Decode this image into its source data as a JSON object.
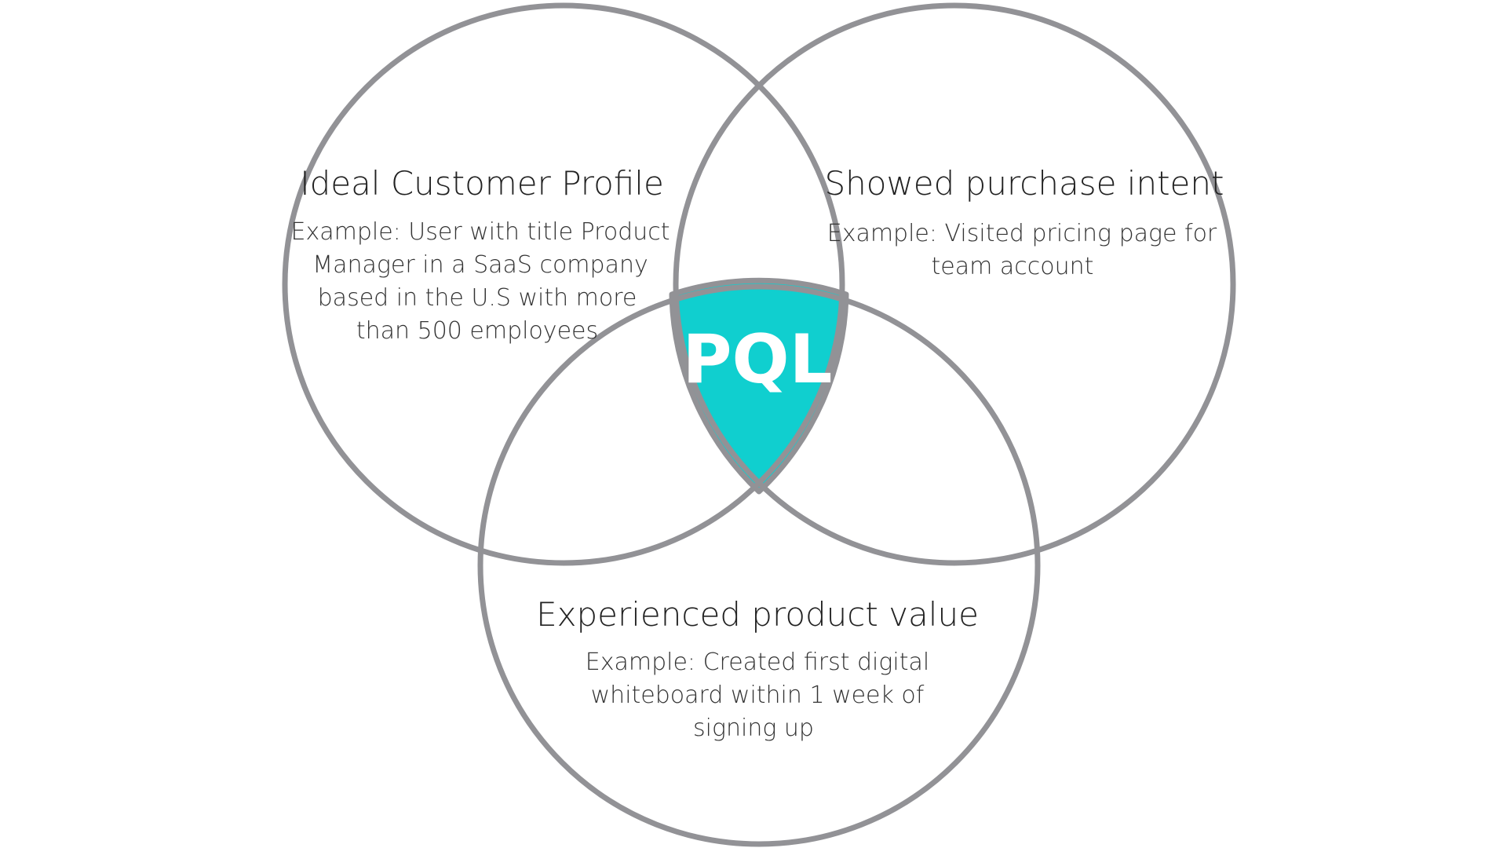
{
  "colors": {
    "circle_stroke": "#929296",
    "center_fill": "#10CFCF",
    "center_text": "#FFFFFF",
    "text": "#222222",
    "background": "#FFFFFF"
  },
  "center_label": "PQL",
  "sets": [
    {
      "title": "Ideal Customer Profile",
      "example_lines": [
        "Example: User with title Product",
        "Manager in a SaaS company",
        "based in the U.S with more",
        "than 500 employees"
      ]
    },
    {
      "title": "Showed purchase intent",
      "example_lines": [
        "Example: Visited pricing page for",
        "team account"
      ]
    },
    {
      "title": "Experienced product value",
      "example_lines": [
        "Example: Created first digital",
        "whiteboard within 1 week of",
        "signing up"
      ]
    }
  ]
}
